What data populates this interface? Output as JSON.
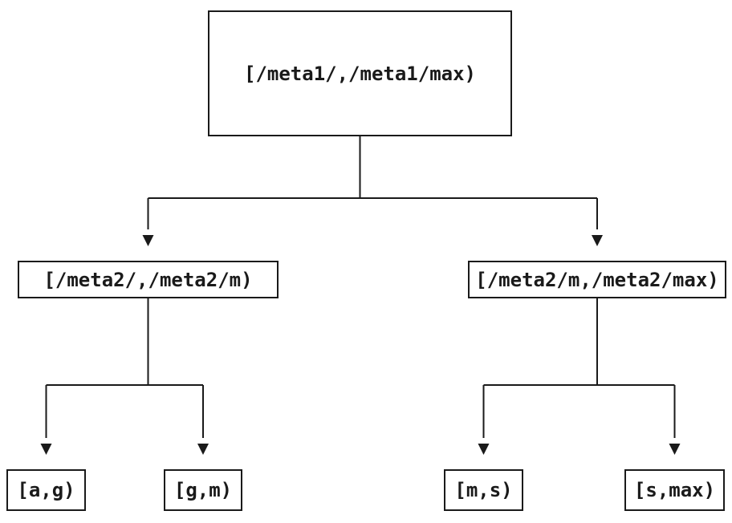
{
  "diagram": {
    "type": "tree",
    "background_color": "#ffffff",
    "line_color": "#1a1a1a",
    "text_color": "#1a1a1a",
    "nodes": {
      "root": {
        "label": "[/meta1/,/meta1/max)"
      },
      "left": {
        "label": "[/meta2/,/meta2/m)"
      },
      "right": {
        "label": "[/meta2/m,/meta2/max)"
      },
      "leaf_ag": {
        "label": "[a,g)"
      },
      "leaf_gm": {
        "label": "[g,m)"
      },
      "leaf_ms": {
        "label": "[m,s)"
      },
      "leaf_smax": {
        "label": "[s,max)"
      }
    },
    "edges": [
      {
        "from": "root",
        "to": "left"
      },
      {
        "from": "root",
        "to": "right"
      },
      {
        "from": "left",
        "to": "leaf_ag"
      },
      {
        "from": "left",
        "to": "leaf_gm"
      },
      {
        "from": "right",
        "to": "leaf_ms"
      },
      {
        "from": "right",
        "to": "leaf_smax"
      }
    ]
  }
}
